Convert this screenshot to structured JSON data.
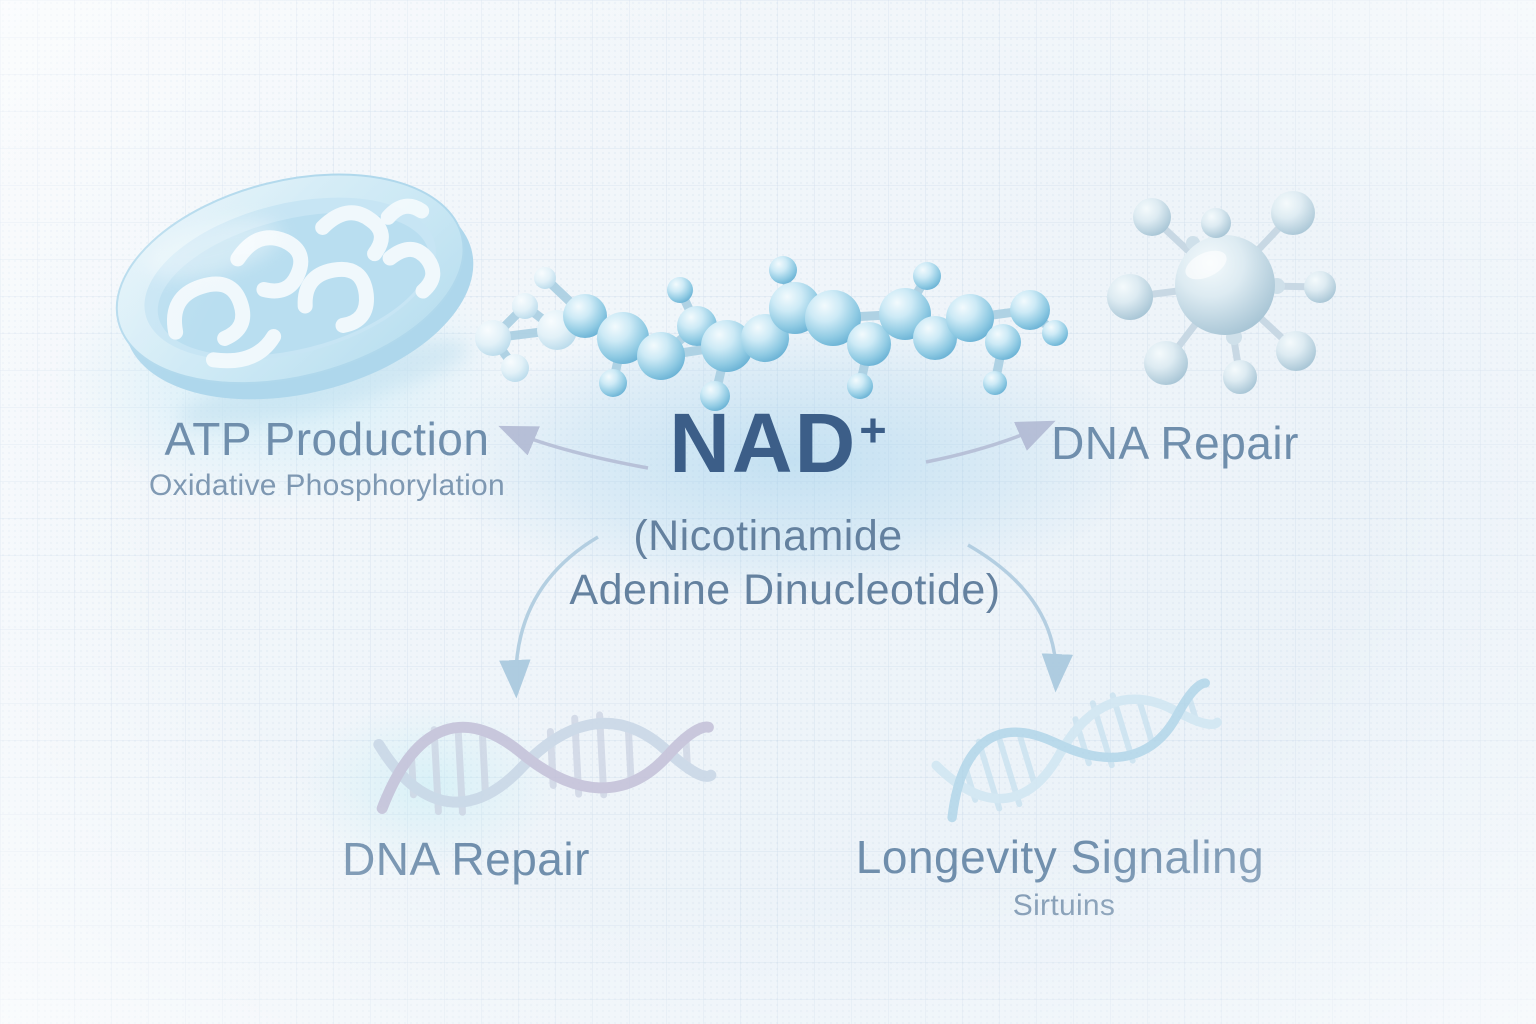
{
  "center": {
    "title": "NAD",
    "title_sup": "+",
    "subtitle_line1": "(Nicotinamide",
    "subtitle_line2": "Adenine Dinucleotide)"
  },
  "nodes": {
    "atp_production": {
      "label": "ATP Production",
      "sublabel": "Oxidative Phosphorylation"
    },
    "dna_repair_top": {
      "label": "DNA Repair"
    },
    "dna_repair_bottom": {
      "label": "DNA Repair"
    },
    "longevity_signaling": {
      "label": "Longevity Signaling",
      "sublabel": "Sirtuins"
    }
  },
  "icons": {
    "top_left": "mitochondrion-icon",
    "center": "nad-molecule-icon",
    "top_right": "enzyme-molecule-icon",
    "bottom_left": "dna-helix-icon",
    "bottom_right": "dna-helix-icon"
  },
  "colors": {
    "background": "#eef4f9",
    "grid_line": "#a8c0dc",
    "title_text": "#3c5e88",
    "subtitle_text": "#64819f",
    "label_text": "#6f8eac",
    "sublabel_text": "#7e98b2",
    "arrow_upper": "#b3bbd4",
    "arrow_lower": "#aecbdf",
    "molecule_blue": "#8fcae3",
    "mitochondrion_blue": "#bfe2f1",
    "helix_lavender": "#c5c2da",
    "helix_blue": "#b5d9ea"
  }
}
